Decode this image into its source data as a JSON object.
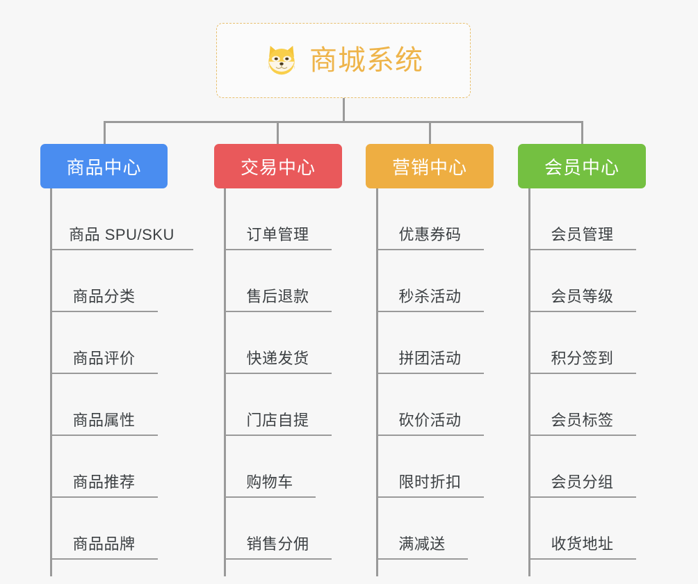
{
  "root": {
    "title": "商城系统",
    "icon": "shiba-dog-face-icon",
    "border_color": "#e8bf6d",
    "title_color": "#eeb44a",
    "background": "#fbfbfb"
  },
  "canvas": {
    "background": "#f7f7f7",
    "connector_color": "#9a9a9a"
  },
  "branches": [
    {
      "label": "商品中心",
      "color": "#4a8df0",
      "items": [
        "商品 SPU/SKU",
        "商品分类",
        "商品评价",
        "商品属性",
        "商品推荐",
        "商品品牌"
      ]
    },
    {
      "label": "交易中心",
      "color": "#e9595b",
      "items": [
        "订单管理",
        "售后退款",
        "快递发货",
        "门店自提",
        "购物车",
        "销售分佣"
      ]
    },
    {
      "label": "营销中心",
      "color": "#eeae42",
      "items": [
        "优惠券码",
        "秒杀活动",
        "拼团活动",
        "砍价活动",
        "限时折扣",
        "满减送"
      ]
    },
    {
      "label": "会员中心",
      "color": "#74c041",
      "items": [
        "会员管理",
        "会员等级",
        "积分签到",
        "会员标签",
        "会员分组",
        "收货地址"
      ]
    }
  ]
}
